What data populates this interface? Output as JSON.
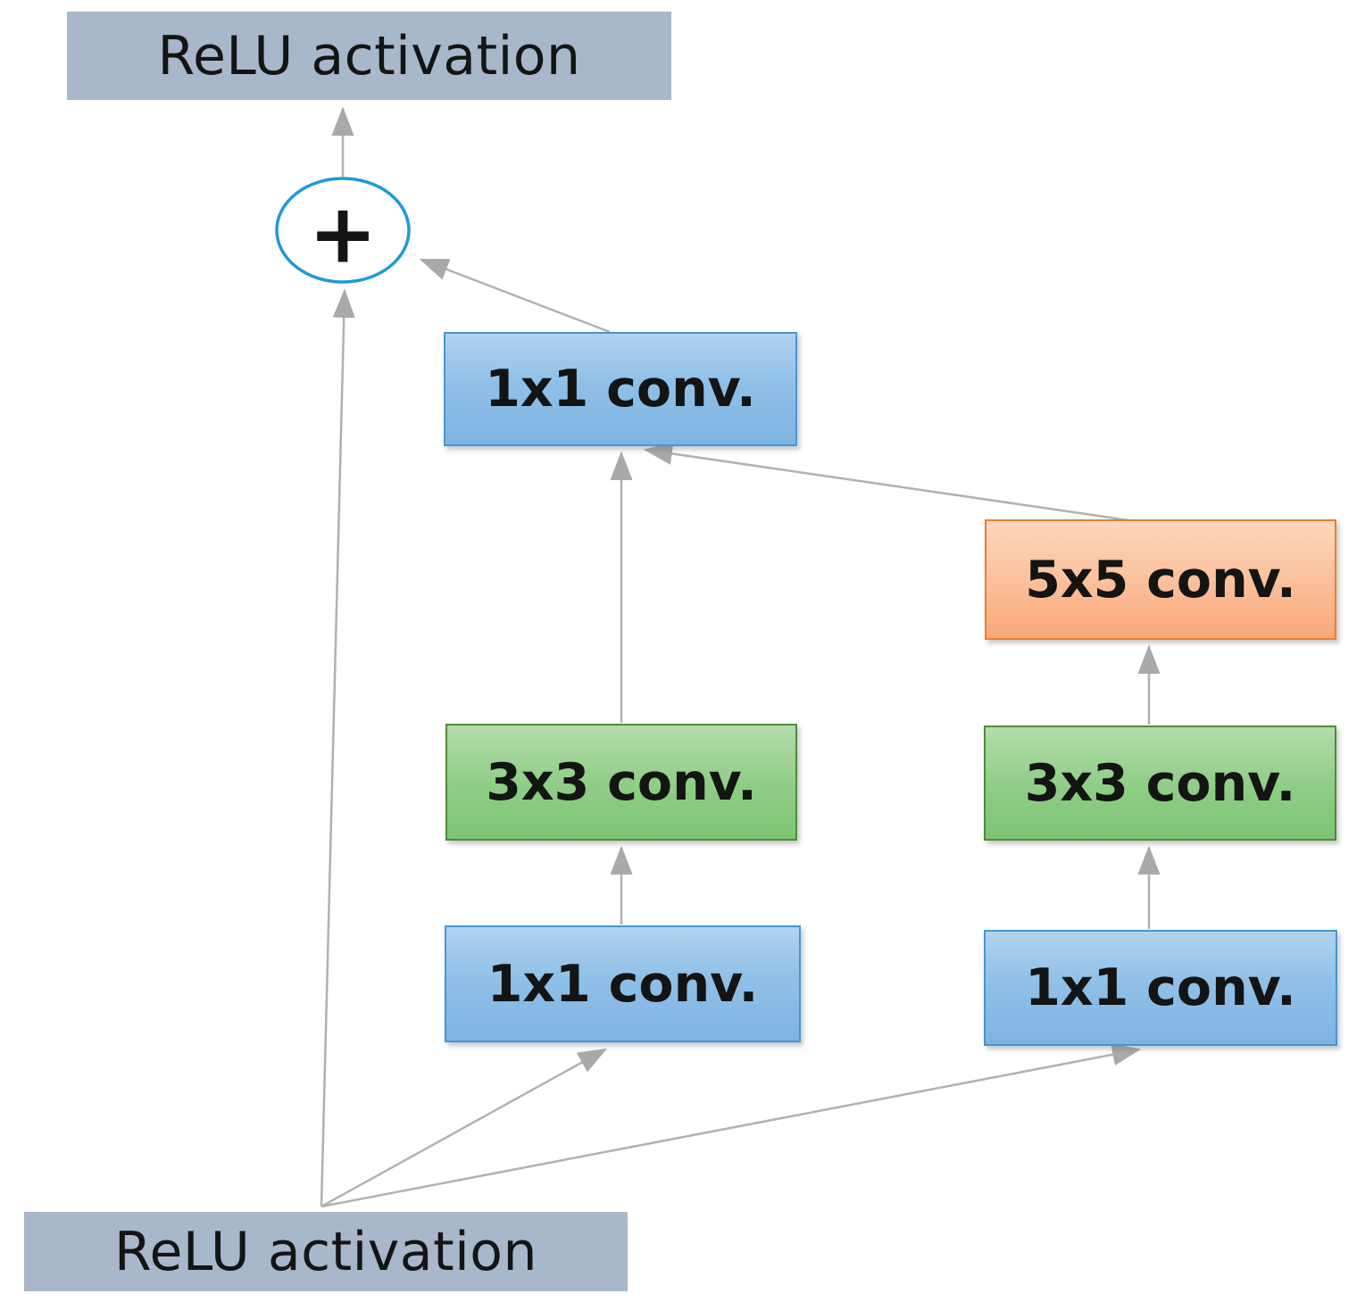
{
  "diagram": {
    "nodes": {
      "output_activation": {
        "label": "ReLU activation",
        "fill": "#a8b7c9"
      },
      "add": {
        "label": "+",
        "shape": "ellipse",
        "border_color": "#1f9ad6",
        "fill": "#ffffff"
      },
      "conv_1x1_top": {
        "label": "1x1 conv.",
        "fill": "#8fc0e8",
        "border_color": "#4596d4"
      },
      "conv_5x5": {
        "label": "5x5 conv.",
        "fill": "#fcc3a0",
        "border_color": "#ed7d31"
      },
      "conv_3x3_left": {
        "label": "3x3 conv.",
        "fill": "#8ecd85",
        "border_color": "#4e8a3c"
      },
      "conv_3x3_right": {
        "label": "3x3 conv.",
        "fill": "#8ecd85",
        "border_color": "#4e8a3c"
      },
      "conv_1x1_left": {
        "label": "1x1 conv.",
        "fill": "#8fc0e8",
        "border_color": "#4596d4"
      },
      "conv_1x1_right": {
        "label": "1x1 conv.",
        "fill": "#8fc0e8",
        "border_color": "#4596d4"
      },
      "input_activation": {
        "label": "ReLU activation",
        "fill": "#a8b7c9"
      }
    },
    "edges": [
      {
        "from": "add",
        "to": "output_activation"
      },
      {
        "from": "input_activation",
        "to": "add"
      },
      {
        "from": "conv_1x1_top",
        "to": "add"
      },
      {
        "from": "conv_1x1_left",
        "to": "conv_3x3_left"
      },
      {
        "from": "conv_3x3_left",
        "to": "conv_1x1_top"
      },
      {
        "from": "conv_1x1_right",
        "to": "conv_3x3_right"
      },
      {
        "from": "conv_3x3_right",
        "to": "conv_5x5"
      },
      {
        "from": "conv_5x5",
        "to": "conv_1x1_top"
      },
      {
        "from": "input_activation",
        "to": "conv_1x1_left"
      },
      {
        "from": "input_activation",
        "to": "conv_1x1_right"
      }
    ],
    "arrow_color": "#a9a9a9",
    "line_color": "#b1b1b1"
  }
}
